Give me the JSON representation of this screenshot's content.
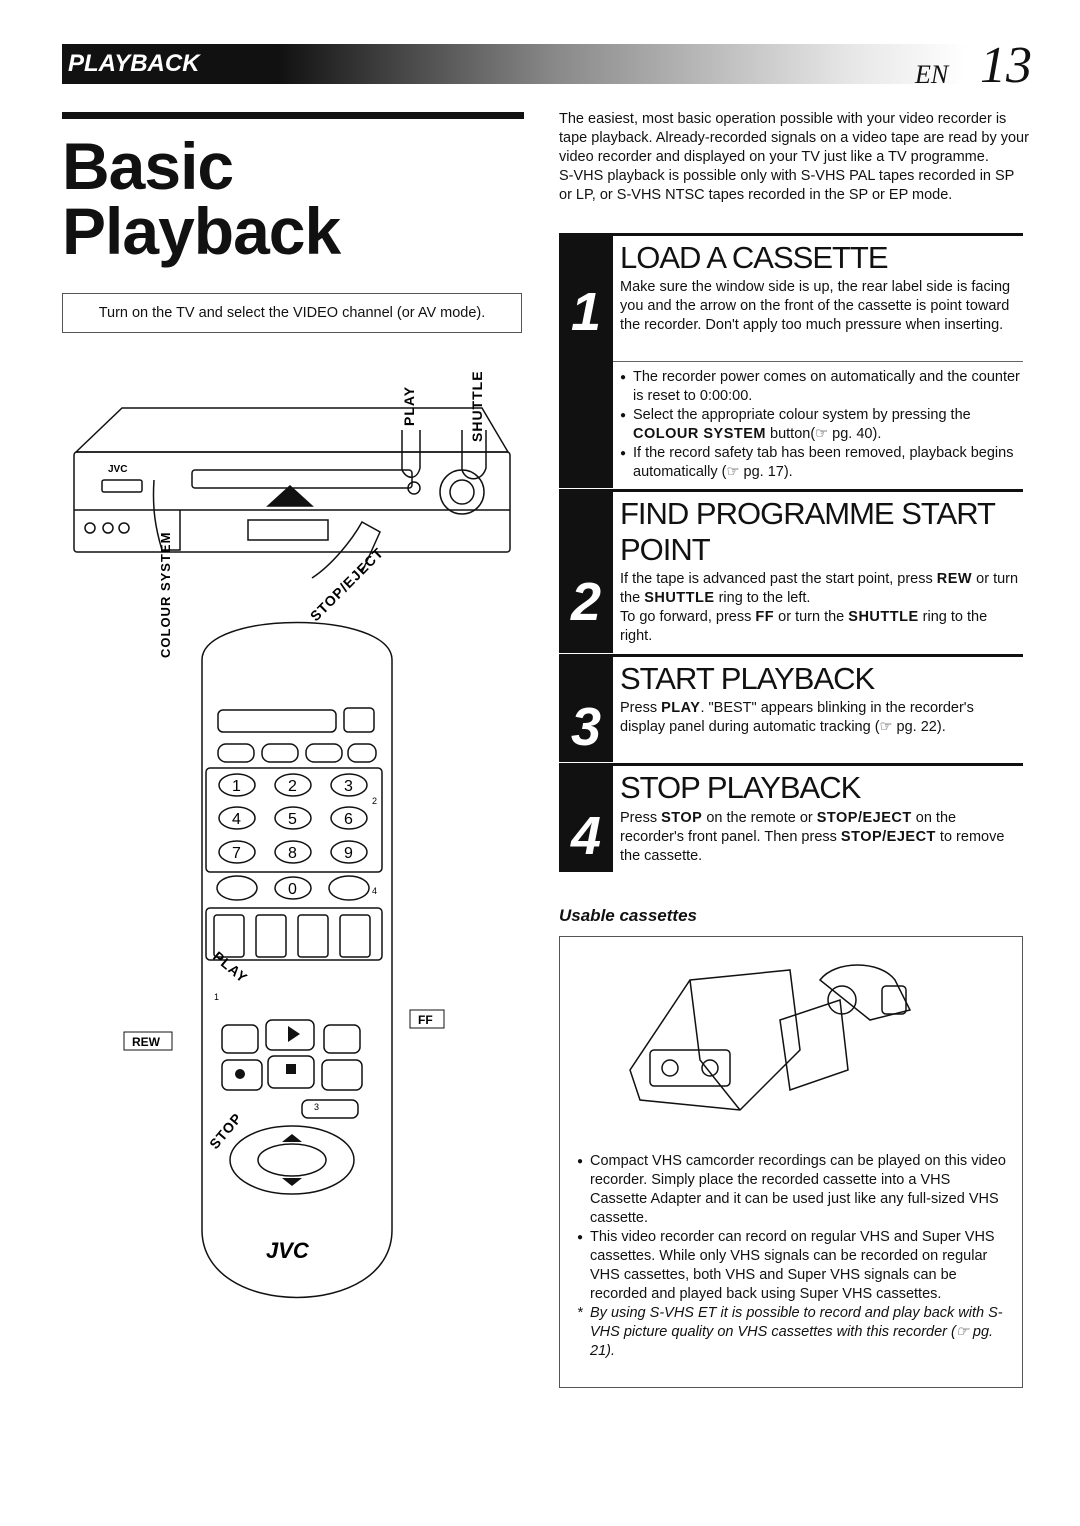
{
  "header": {
    "section": "PLAYBACK",
    "en": "EN",
    "page": "13"
  },
  "title": {
    "line1": "Basic",
    "line2": "Playback"
  },
  "note": "Turn on the TV and select the VIDEO channel (or AV mode).",
  "illustration": {
    "vcr_brand": "JVC",
    "remote_brand": "JVC",
    "labels": {
      "play": "PLAY",
      "shuttle": "SHUTTLE",
      "colour_system": "COLOUR SYSTEM",
      "stop_eject": "STOP/EJECT",
      "remote_play": "PLAY",
      "rew": "REW",
      "ff": "FF",
      "stop": "STOP"
    },
    "keypad": [
      "1",
      "2",
      "3",
      "4",
      "5",
      "6",
      "7",
      "8",
      "9",
      "0"
    ],
    "small": {
      "k1": "1",
      "k2": "2",
      "k3": "3",
      "k4": "4"
    }
  },
  "intro": [
    "The easiest, most basic operation possible with your video recorder is tape playback. Already-recorded signals on a video tape are read by your video recorder and displayed on your TV just like a TV programme.",
    "S-VHS playback is possible only with S-VHS PAL tapes recorded in SP or LP, or S-VHS NTSC tapes recorded in the SP or EP mode."
  ],
  "steps": [
    {
      "num": "1",
      "heading": "LOAD A CASSETTE",
      "text": "Make sure the window side is up, the rear label side is facing you and the arrow on the front of the cassette is point toward the recorder. Don't apply too much pressure when inserting.",
      "bullets": [
        "The recorder power comes on automatically and the counter is reset to 0:00:00.",
        "Select the appropriate colour system by pressing the",
        "If the record safety tab has been removed, playback begins automatically ("
      ],
      "b2_key": "COLOUR SYSTEM",
      "b2_tail": " button(☞ pg. 40).",
      "b3_tail": "☞ pg. 17)."
    },
    {
      "num": "2",
      "heading1": "FIND PROGRAMME START",
      "heading2": "POINT",
      "p1a": "If the tape is advanced past the start point, press ",
      "p1k": "REW",
      "p1b": " or turn the ",
      "p1k2": "SHUTTLE",
      "p1c": " ring to the left.",
      "p2a": "To go forward, press ",
      "p2k": "FF",
      "p2b": " or turn the ",
      "p2k2": "SHUTTLE",
      "p2c": " ring to the right."
    },
    {
      "num": "3",
      "heading": "START PLAYBACK",
      "a": "Press ",
      "k": "PLAY",
      "b": ". \"BEST\" appears blinking in the recorder's display panel during automatic tracking (☞ pg. 22)."
    },
    {
      "num": "4",
      "heading": "STOP PLAYBACK",
      "a": "Press ",
      "k": "STOP",
      "b": " on the remote or ",
      "k2": "STOP/EJECT",
      "c": " on the recorder's front panel. Then press ",
      "k3": "STOP/EJECT",
      "d": " to remove the cassette."
    }
  ],
  "usable": {
    "heading": "Usable cassettes",
    "bullets": [
      "Compact VHS camcorder recordings can be played on this video recorder. Simply place the recorded cassette into a VHS Cassette Adapter and it can be used just like any full-sized VHS cassette.",
      "This video recorder can record on regular VHS and Super VHS cassettes. While only VHS signals can be recorded on regular VHS cassettes, both VHS and Super VHS signals can be recorded and played back using Super VHS cassettes."
    ],
    "footnote": "By using S-VHS ET it is possible to record and play back with S-VHS picture quality on VHS cassettes with this recorder (☞ pg. 21)."
  }
}
